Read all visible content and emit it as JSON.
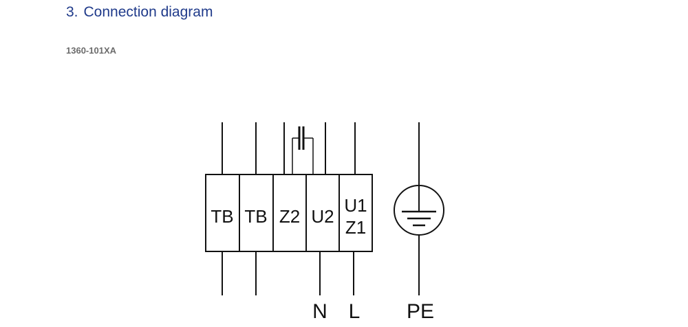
{
  "header": {
    "section_number": "3.",
    "section_title": "Connection diagram",
    "model_code": "1360-101XA"
  },
  "terminals": [
    {
      "lines": [
        "TB"
      ]
    },
    {
      "lines": [
        "TB"
      ]
    },
    {
      "lines": [
        "Z2"
      ]
    },
    {
      "lines": [
        "U2"
      ]
    },
    {
      "lines": [
        "U1",
        "Z1"
      ]
    }
  ],
  "wire_labels": {
    "neutral": "N",
    "line": "L",
    "earth": "PE"
  },
  "icons": {
    "earth": "protective-earth-icon",
    "capacitor": "capacitor-icon"
  },
  "colors": {
    "title": "#1f3a8a",
    "model_code": "#6b6b6b",
    "lines": "#111111"
  }
}
